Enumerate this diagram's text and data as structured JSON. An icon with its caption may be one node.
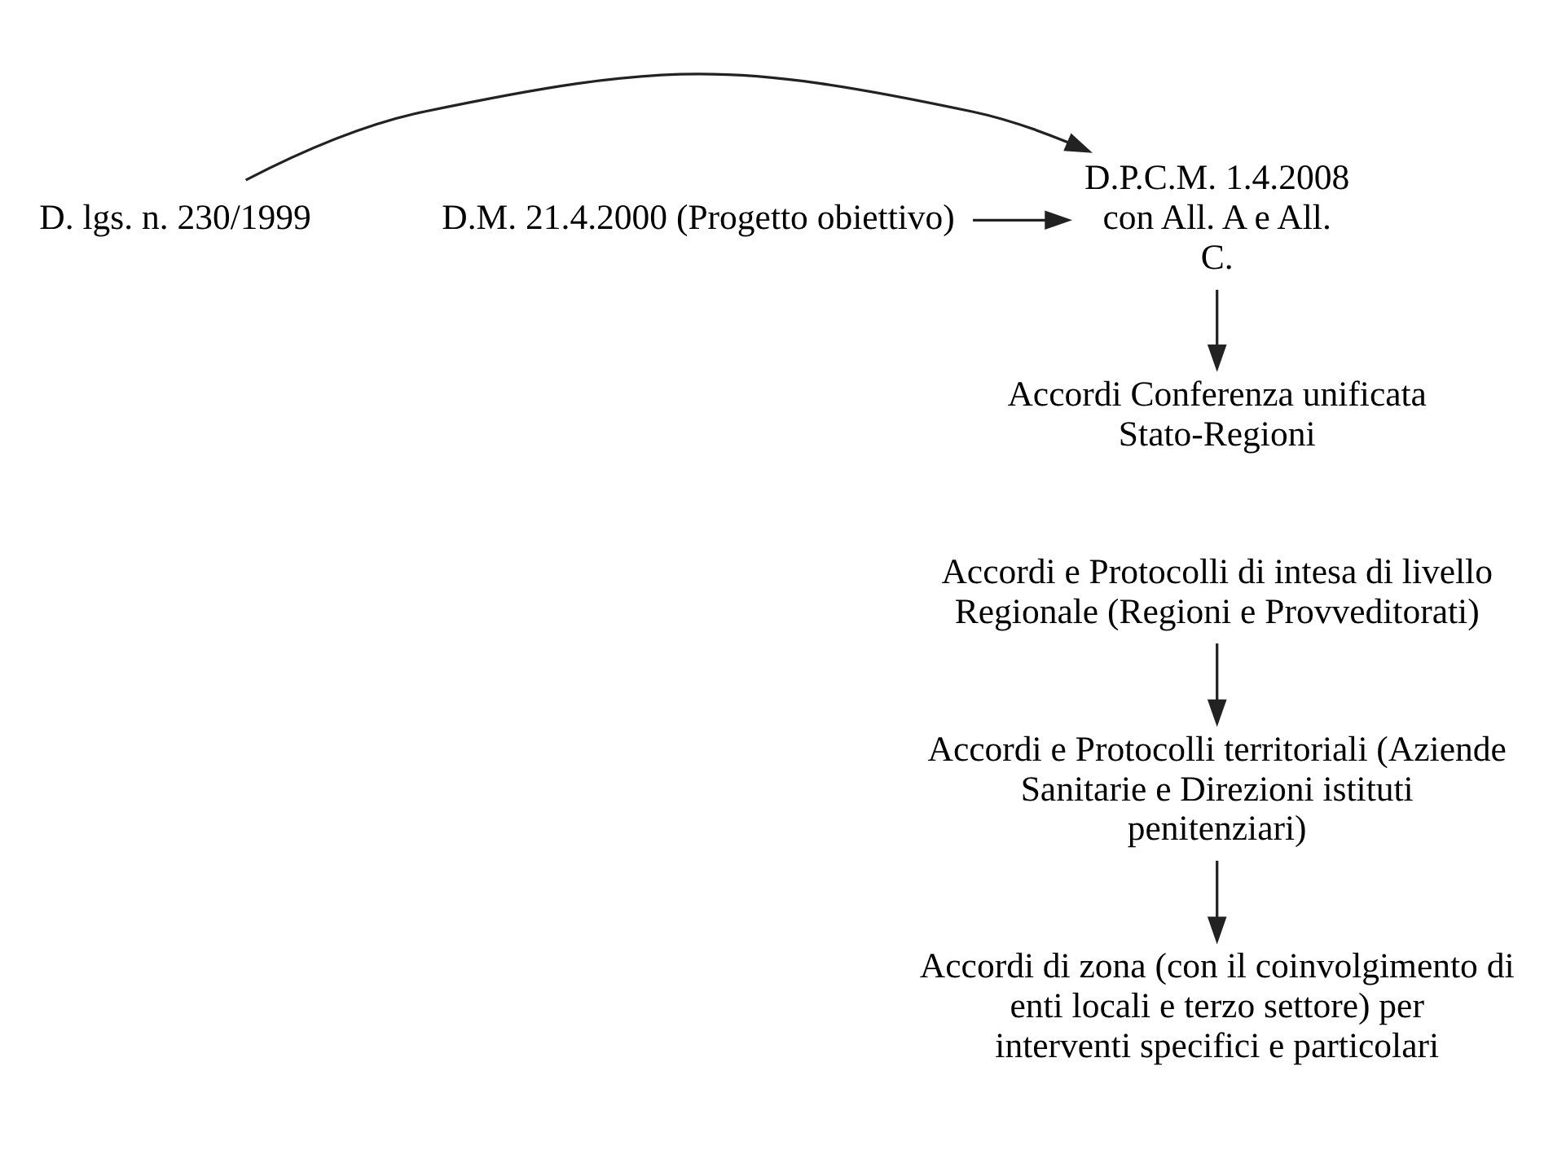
{
  "diagram": {
    "nodes": [
      {
        "text": [
          "D. lgs. n. 230/1999"
        ]
      },
      {
        "text": [
          "D.M. 21.4.2000 (Progetto obiettivo)"
        ]
      },
      {
        "text": [
          "D.P.C.M. 1.4.2008 con All. A e All. C."
        ]
      },
      {
        "text": [
          "Accordi Conferenza unificata Stato-Regioni"
        ]
      },
      {
        "text": [
          "Accordi e Protocolli di intesa di livello Regionale (Regioni e Provveditorati)"
        ]
      },
      {
        "text": [
          "Accordi e Protocolli territoriali (Aziende Sanitarie e Direzioni istituti penitenziari)"
        ]
      },
      {
        "text": [
          "Accordi di zona (con il coinvolgimento di enti locali e terzo settore) per interventi specifici e particolari"
        ]
      }
    ],
    "edges": [
      {
        "from": 0,
        "to": 2,
        "arrow": "to"
      },
      {
        "from": 1,
        "to": 2,
        "arrow": "to"
      },
      {
        "from": 2,
        "to": 3,
        "arrow": "to"
      },
      {
        "from": 4,
        "to": 5,
        "arrow": "to"
      },
      {
        "from": 5,
        "to": 6,
        "arrow": "to"
      }
    ]
  }
}
